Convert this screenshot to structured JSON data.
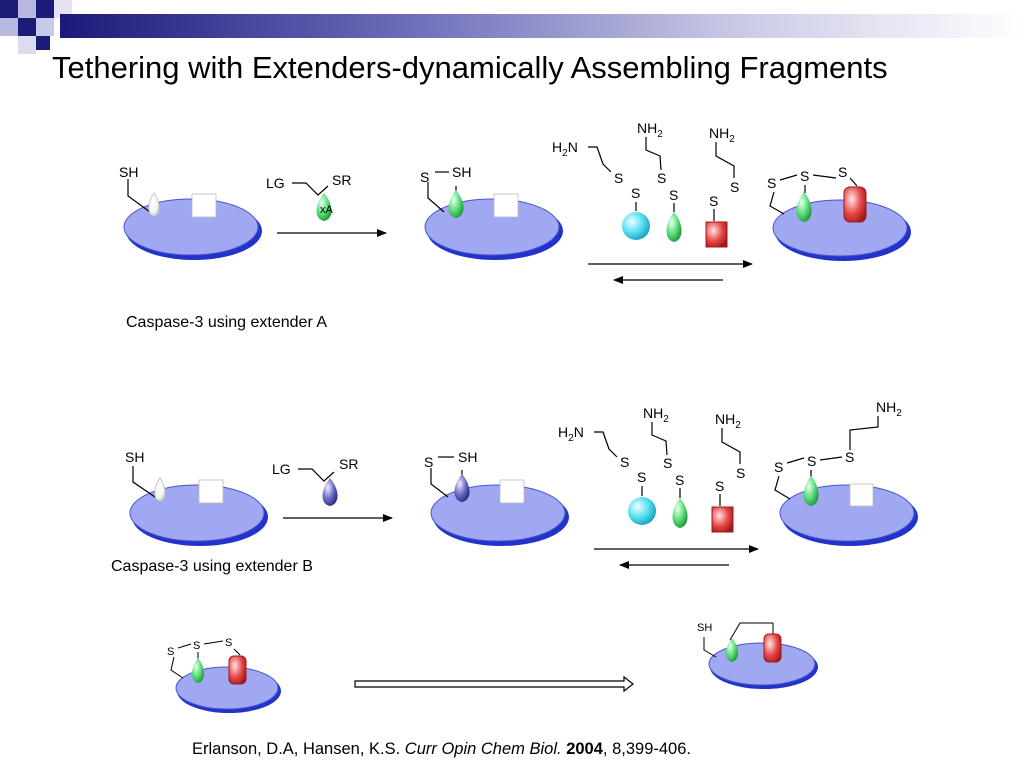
{
  "title": "Tethering with Extenders-dynamically Assembling Fragments",
  "labels": {
    "sh": "SH",
    "s": "S",
    "lg": "LG",
    "sr": "SR",
    "xa": "xA",
    "h2n_h": "H",
    "h2n_2": "2",
    "h2n_n": "N",
    "nh2_nh": "NH",
    "nh2_2": "2"
  },
  "captions": {
    "extender_a": "Caspase-3 using extender A",
    "extender_b": "Caspase-3 using extender B"
  },
  "citation": {
    "authors": "Erlanson, D.A, Hansen, K.S. ",
    "journal": "Curr Opin Chem Biol.",
    "year": "2004",
    "volume_pages": ", 8,399-406."
  },
  "colors": {
    "protein": "#9fa8f0",
    "protein_shadow": "#2233cc",
    "fragment_green": "#5ee07a",
    "fragment_blue_violet": "#7070c8",
    "fragment_cyan": "#55e0f0",
    "fragment_red": "#e84a4a"
  }
}
